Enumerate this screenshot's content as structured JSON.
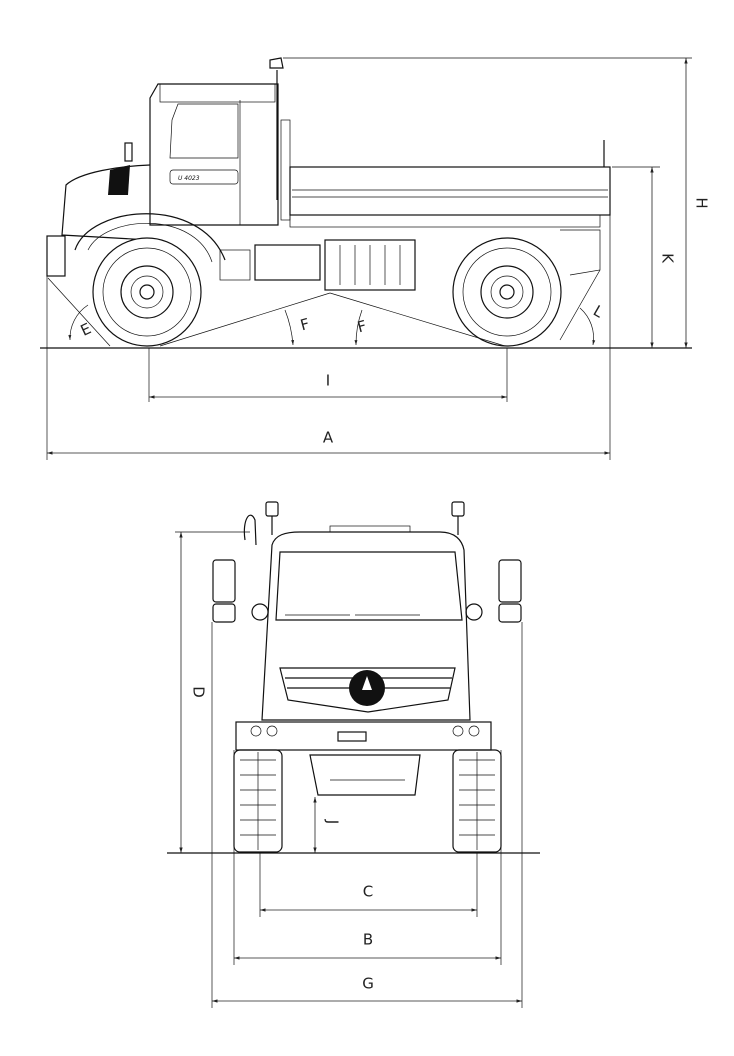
{
  "side_view": {
    "badge_text": "U 4023",
    "dimensions": {
      "overall_length": "A",
      "wheelbase": "I",
      "overall_height": "H",
      "platform_height": "K",
      "approach_angle": "E",
      "breakover_angle_front": "F",
      "breakover_angle_rear": "F",
      "departure_angle": "L"
    }
  },
  "front_view": {
    "dimensions": {
      "height": "D",
      "ground_clearance": "J",
      "track": "C",
      "width_tyres": "B",
      "width_mirrors": "G"
    }
  },
  "colors": {
    "line": "#111111",
    "background": "#ffffff"
  }
}
